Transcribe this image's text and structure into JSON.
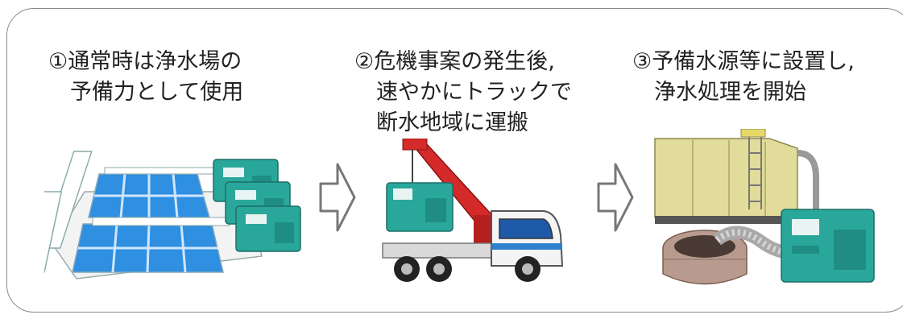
{
  "steps": [
    {
      "lines": [
        "①通常時は浄水場の",
        "　予備力として使用"
      ]
    },
    {
      "lines": [
        "②危機事案の発生後,",
        "　速やかにトラックで",
        "　断水地域に運搬"
      ]
    },
    {
      "lines": [
        "③予備水源等に設置し,",
        "　浄水処理を開始"
      ]
    }
  ],
  "icons": [
    "water-treatment-plant",
    "truck-mounted-crane",
    "water-tank",
    "well",
    "generator-unit"
  ],
  "colors": {
    "frame": "#8a8a8a",
    "water": "#2f8fe0",
    "unit": "#2aa79b",
    "crane": "#d42a2a",
    "tank": "#e2dc9a"
  }
}
